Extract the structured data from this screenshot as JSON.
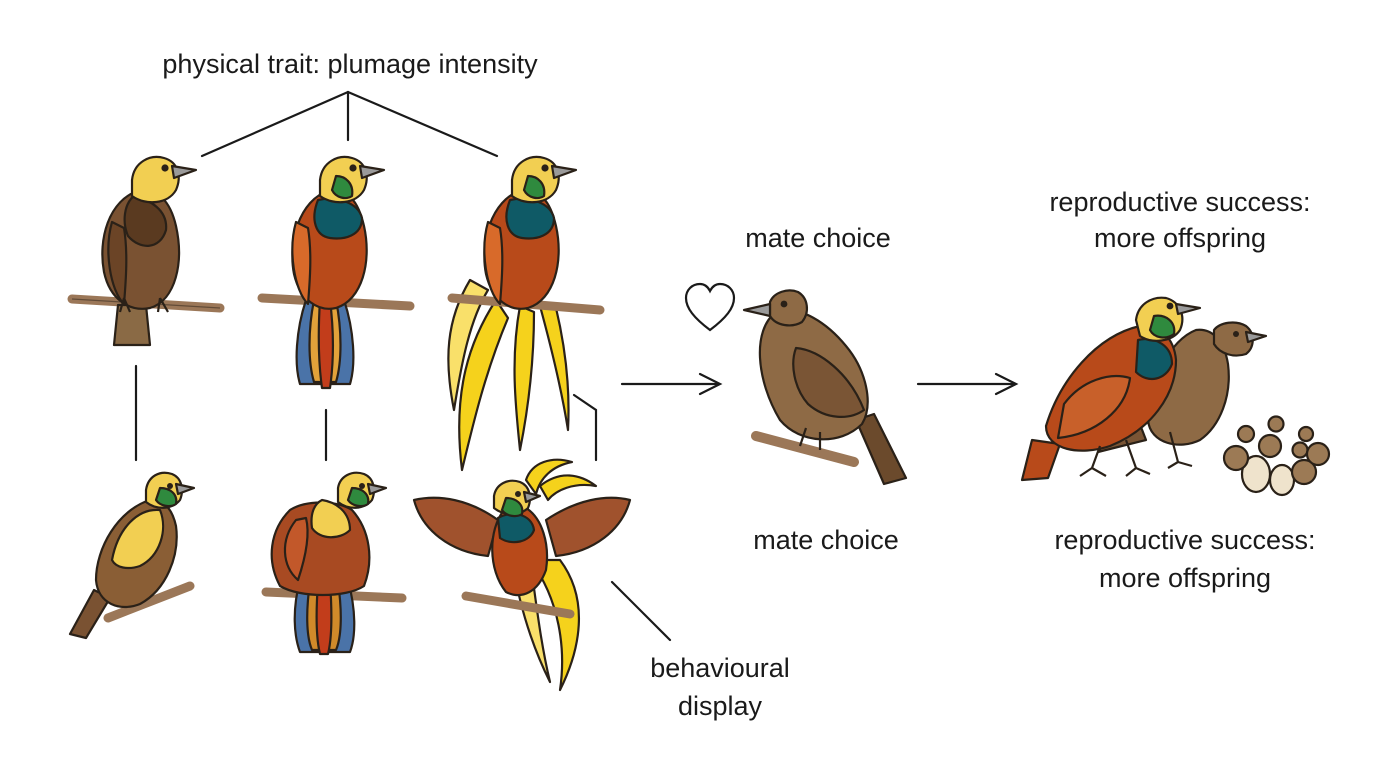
{
  "labels": {
    "trait_title": "physical trait: plumage intensity",
    "mate_choice_top": "mate choice",
    "mate_choice_bottom": "mate choice",
    "success_top_line1": "reproductive success:",
    "success_top_line2": "more offspring",
    "success_bottom_line1": "reproductive success:",
    "success_bottom_line2": "more offspring",
    "display_line1": "behavioural",
    "display_line2": "display"
  },
  "icons": {
    "heart": "heart-icon",
    "arrow_to_female": "arrow-right-icon",
    "arrow_to_offspring": "arrow-right-icon"
  },
  "colors": {
    "outline": "#2a2118",
    "dull_brown": "#7a5232",
    "head_yellow": "#f2cf52",
    "throat_green": "#2f8a3e",
    "breast_teal": "#0f5a66",
    "body_rust": "#b84a1a",
    "plume_yellow": "#f5d21c",
    "tail_blue": "#4a73a8",
    "female_brown": "#8e6a45",
    "perch": "#9b7758",
    "egg": "#efe3cc"
  }
}
